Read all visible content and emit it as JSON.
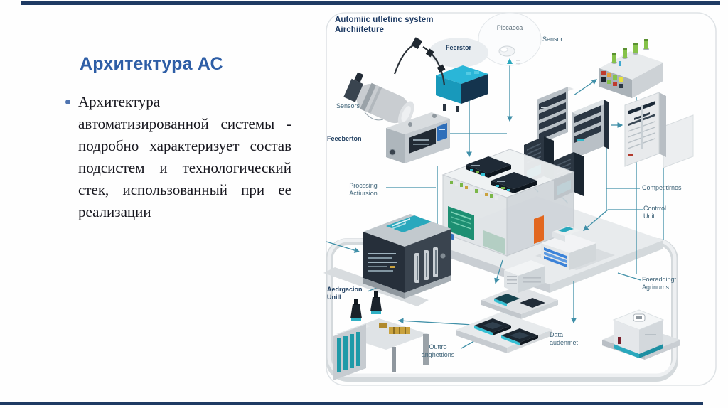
{
  "slide": {
    "title": "Архитектура АС",
    "bullet_text": "Архитектура автоматизированной системы - подробно характеризует состав подсистем и технологический стек, использованный при ее реализации",
    "accent_color": "#2e5ea6",
    "bar_color": "#1e3a63"
  },
  "diagram": {
    "title": "Automiic utletinc system Airchiiteture",
    "labels": {
      "feerstor": "Feerstor",
      "piscaoca": "Piscaoca",
      "sensor": "Sensor",
      "sensors": "Sensors",
      "feeeberton": "Feeeberton",
      "processing": "Procssing Actiursion",
      "competitirnos": "Competitirnos",
      "control_unit": "Contrrol Unit",
      "foeraddingt": "Foeraddingt Agrinums",
      "data_audenmet": "Data audenmet",
      "outtro": "Outtro anghettions",
      "aedrgacion": "Aedrgacion Unill"
    },
    "colors": {
      "line": "#3f8fa8",
      "teal_device": "#2ab6d8",
      "dark_device": "#2b3642",
      "accent_orange": "#e2671f",
      "screen_green": "#1d8f72",
      "label_text": "#3d6277"
    }
  }
}
